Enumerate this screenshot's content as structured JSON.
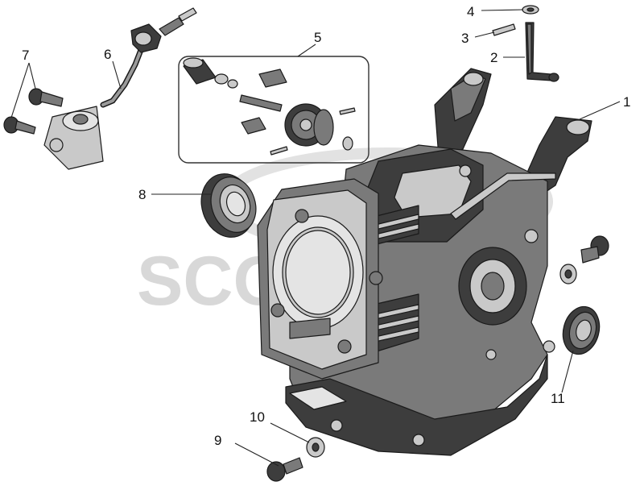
{
  "watermark": "SCOO",
  "callouts": {
    "c1": "1",
    "c2": "2",
    "c3": "3",
    "c4": "4",
    "c5": "5",
    "c6": "6",
    "c7": "7",
    "c8": "8",
    "c9": "9",
    "c10": "10",
    "c11": "11"
  }
}
